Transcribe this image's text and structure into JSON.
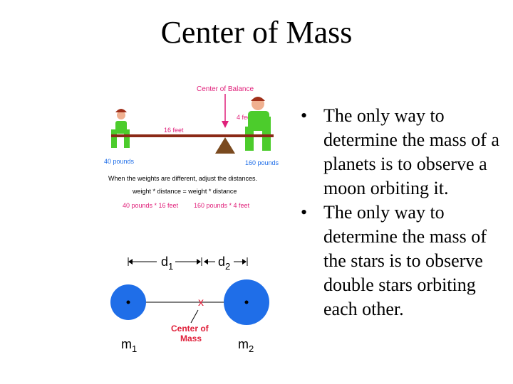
{
  "title": "Center of Mass",
  "seesaw": {
    "heading": "Center of Balance",
    "left_distance": "16 feet",
    "right_distance": "4 feet",
    "left_weight": "40 pounds",
    "right_weight": "160 pounds",
    "rule": "When the weights are different, adjust the distances.",
    "equation": "weight * distance = weight * distance",
    "left_product": "40 pounds * 16 feet",
    "right_product": "160 pounds * 4 feet",
    "colors": {
      "label": "#e0207a",
      "beam": "#8b2a16",
      "fulcrum": "#7a4a1f",
      "figure": "#4ccc2c",
      "skin": "#f0b090"
    }
  },
  "two_body": {
    "d1": "d",
    "d1_sub": "1",
    "d2": "d",
    "d2_sub": "2",
    "m1": "m",
    "m1_sub": "1",
    "m2": "m",
    "m2_sub": "2",
    "center_label_line1": "Center of",
    "center_label_line2": "Mass",
    "marker": "x",
    "colors": {
      "sphere": "#1f6ee8",
      "label": "#e0203a"
    }
  },
  "bullets": [
    "The only way to determine the mass of a planets is to observe a moon orbiting it.",
    "The only way to determine the mass of the stars is to observe double stars orbiting each other."
  ]
}
